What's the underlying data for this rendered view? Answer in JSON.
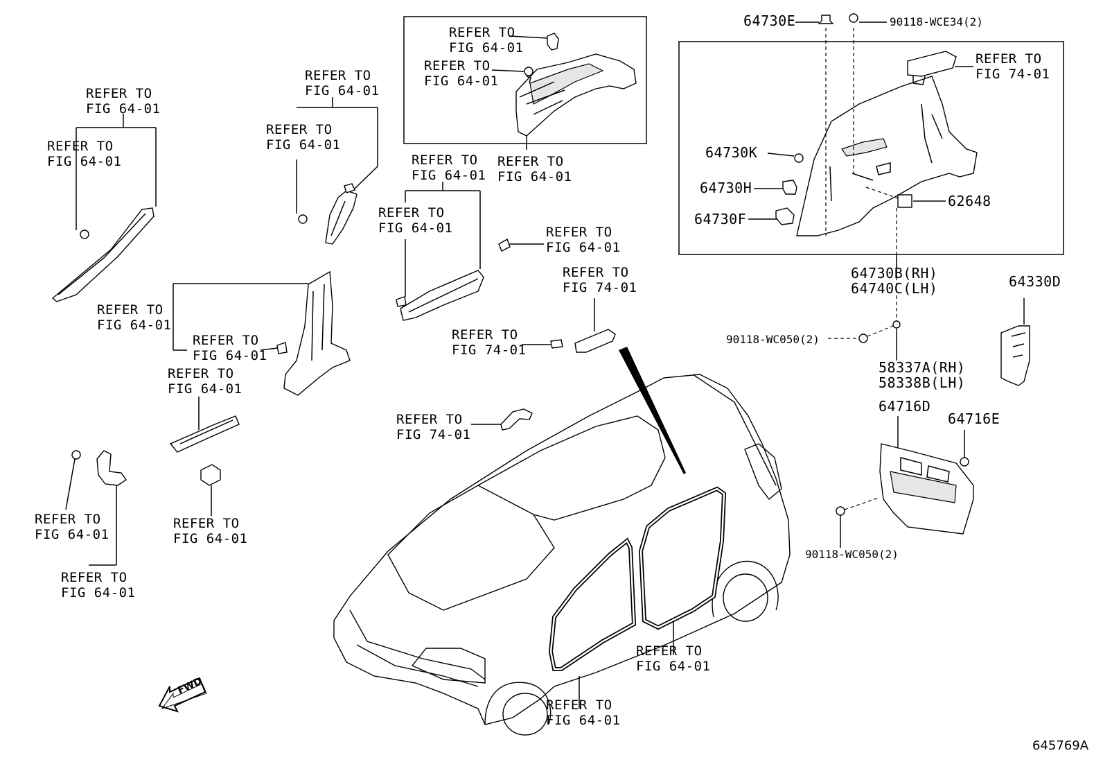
{
  "refer_64": [
    "REFER TO",
    "FIG 64-01"
  ],
  "refer_74": [
    "REFER TO",
    "FIG 74-01"
  ],
  "parts": {
    "p64730E": "64730E",
    "p90118_WCE34": "90118-WCE34(2)",
    "p64730K": "64730K",
    "p64730H": "64730H",
    "p64730F": "64730F",
    "p62648": "62648",
    "p64730B": "64730B(RH)",
    "p64740C": "64740C(LH)",
    "p64330D": "64330D",
    "p90118_WC050_a": "90118-WC050(2)",
    "p58337A": "58337A(RH)",
    "p58338B": "58338B(LH)",
    "p64716D": "64716D",
    "p64716E": "64716E",
    "p90118_WC050_b": "90118-WC050(2)"
  },
  "fwd_label": "FWD",
  "figure_id": "645769A",
  "icons": [
    "clip-icon",
    "screw-icon",
    "fwd-arrow-icon"
  ]
}
